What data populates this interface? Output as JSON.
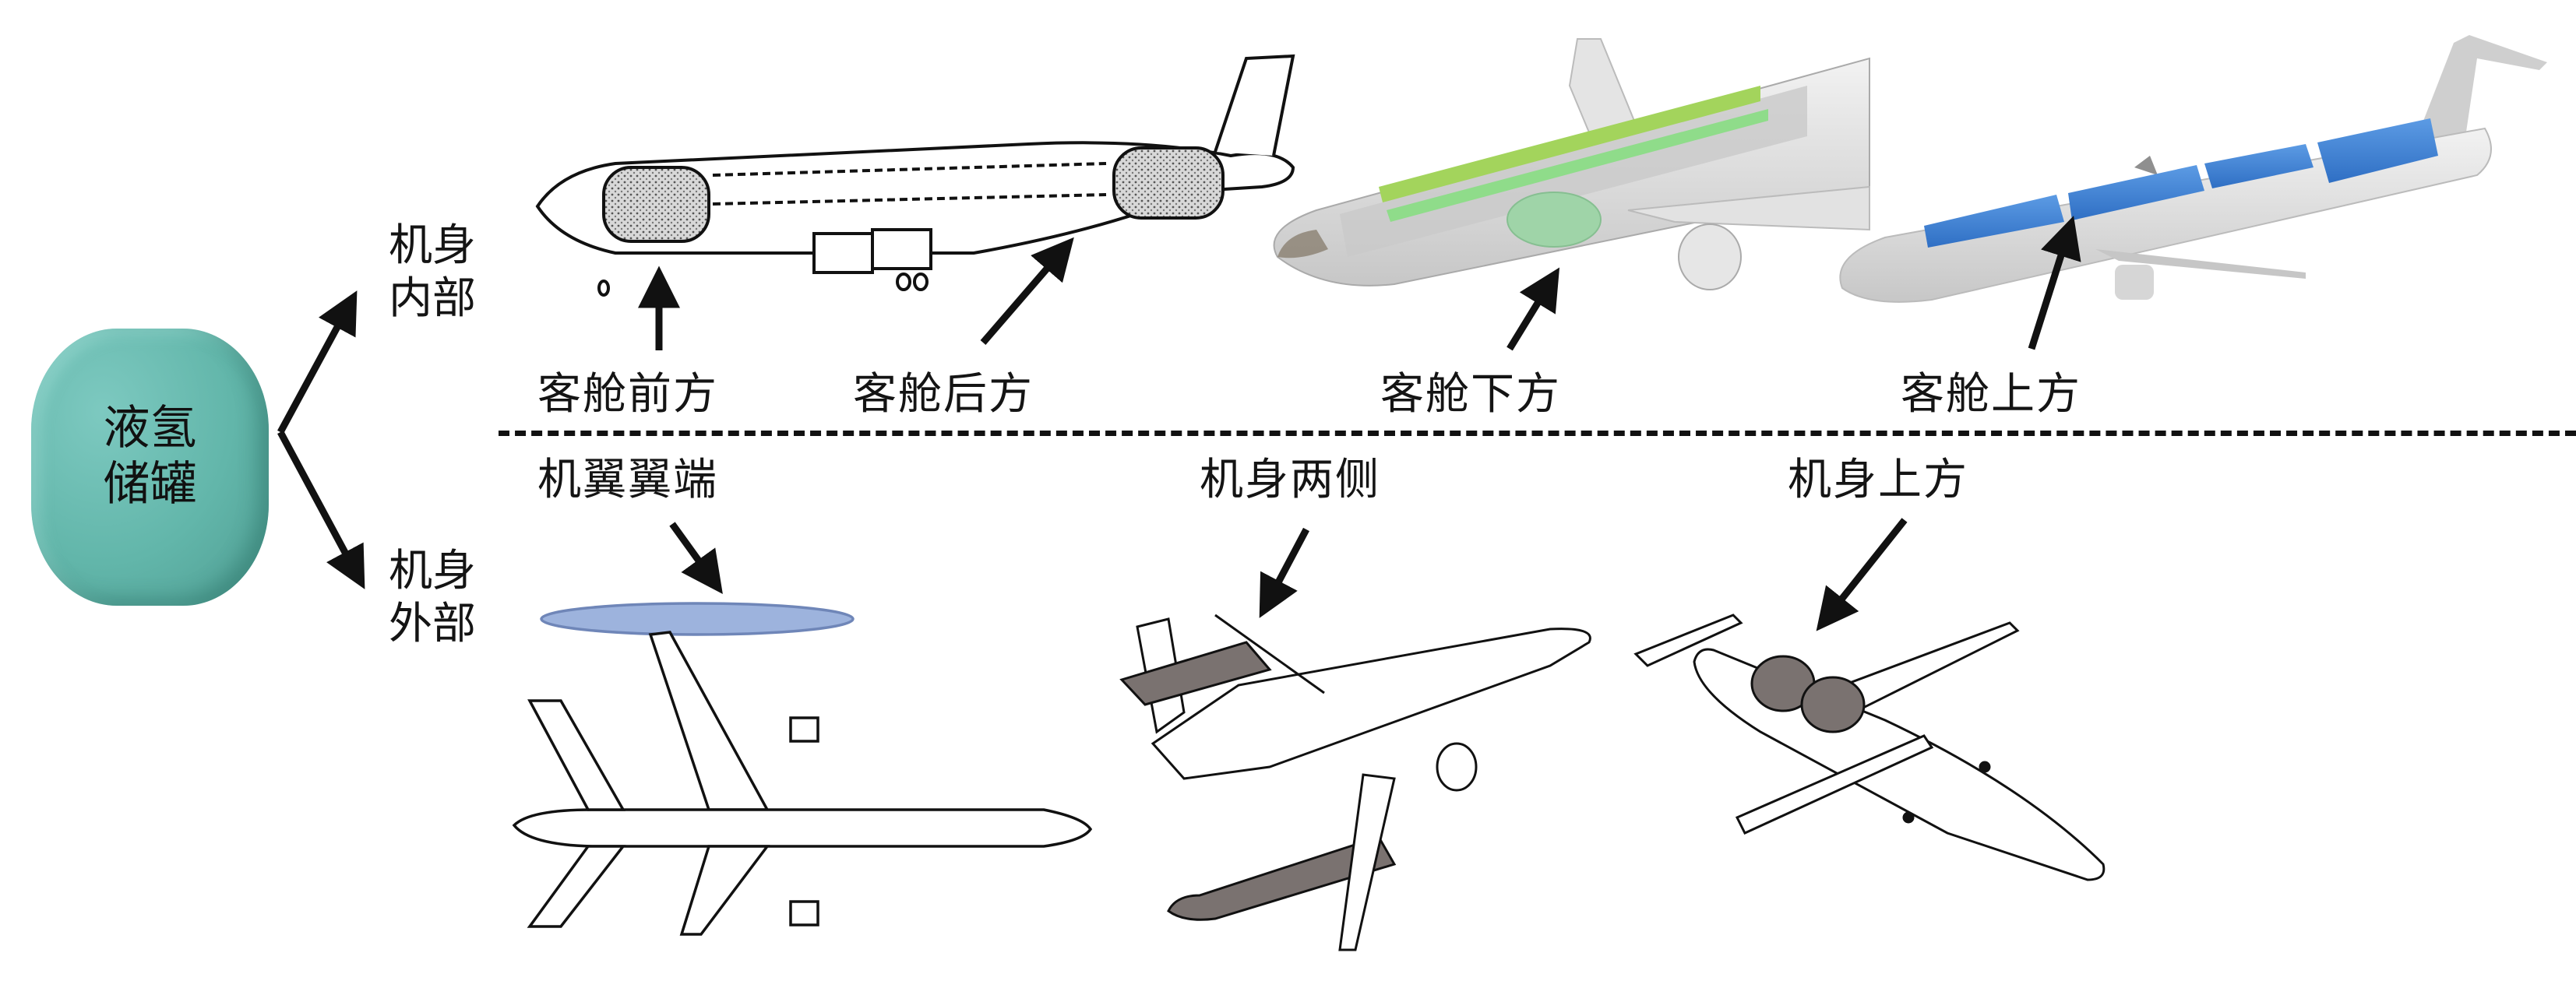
{
  "tank": {
    "line1": "液氢",
    "line2": "储罐",
    "color": "#62b6aa"
  },
  "branches": {
    "inside": {
      "line1": "机身",
      "line2": "内部"
    },
    "outside": {
      "line1": "机身",
      "line2": "外部"
    }
  },
  "inside_positions": [
    {
      "label": "客舱前方",
      "tank_color": "#9a9a9a"
    },
    {
      "label": "客舱后方",
      "tank_color": "#9a9a9a"
    },
    {
      "label": "客舱下方",
      "tank_color": "#9fd4a8"
    },
    {
      "label": "客舱上方",
      "tank_color": "#3b7fd1"
    }
  ],
  "outside_positions": [
    {
      "label": "机翼翼端",
      "tank_color": "#9db3dd"
    },
    {
      "label": "机身两侧",
      "tank_color": "#7a7270"
    },
    {
      "label": "机身上方",
      "tank_color": "#7a7270"
    }
  ]
}
